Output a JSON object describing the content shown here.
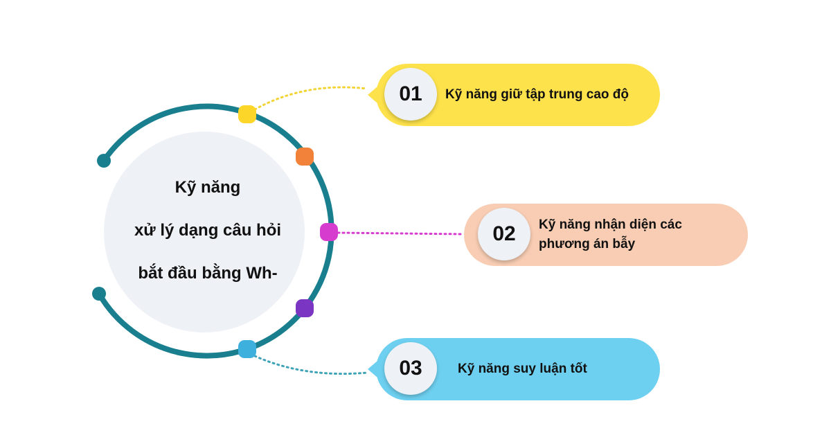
{
  "colors": {
    "ring": "#197f8f",
    "center_disc": "#eef1f6",
    "number_disc": "#eef1f6",
    "dot_1": "#fdd62a",
    "dot_2": "#f2813a",
    "dot_3": "#d63dcf",
    "dot_4": "#7a36c2",
    "dot_5": "#3eb0dd"
  },
  "center": {
    "lines": [
      "Kỹ năng",
      "xử lý dạng câu hỏi",
      "bắt đầu bằng Wh-"
    ]
  },
  "items": [
    {
      "number": "01",
      "label": "Kỹ năng giữ tập trung cao độ",
      "color": "#fde24b",
      "connector_color": "#f2d436"
    },
    {
      "number": "02",
      "label_lines": [
        "Kỹ năng nhận diện các",
        "phương án bẫy"
      ],
      "color": "#f8cdb3",
      "connector_color": "#d63dcf"
    },
    {
      "number": "03",
      "label": "Kỹ năng suy luận tốt",
      "color": "#6ed0f0",
      "connector_color": "#3fa3b8"
    }
  ]
}
